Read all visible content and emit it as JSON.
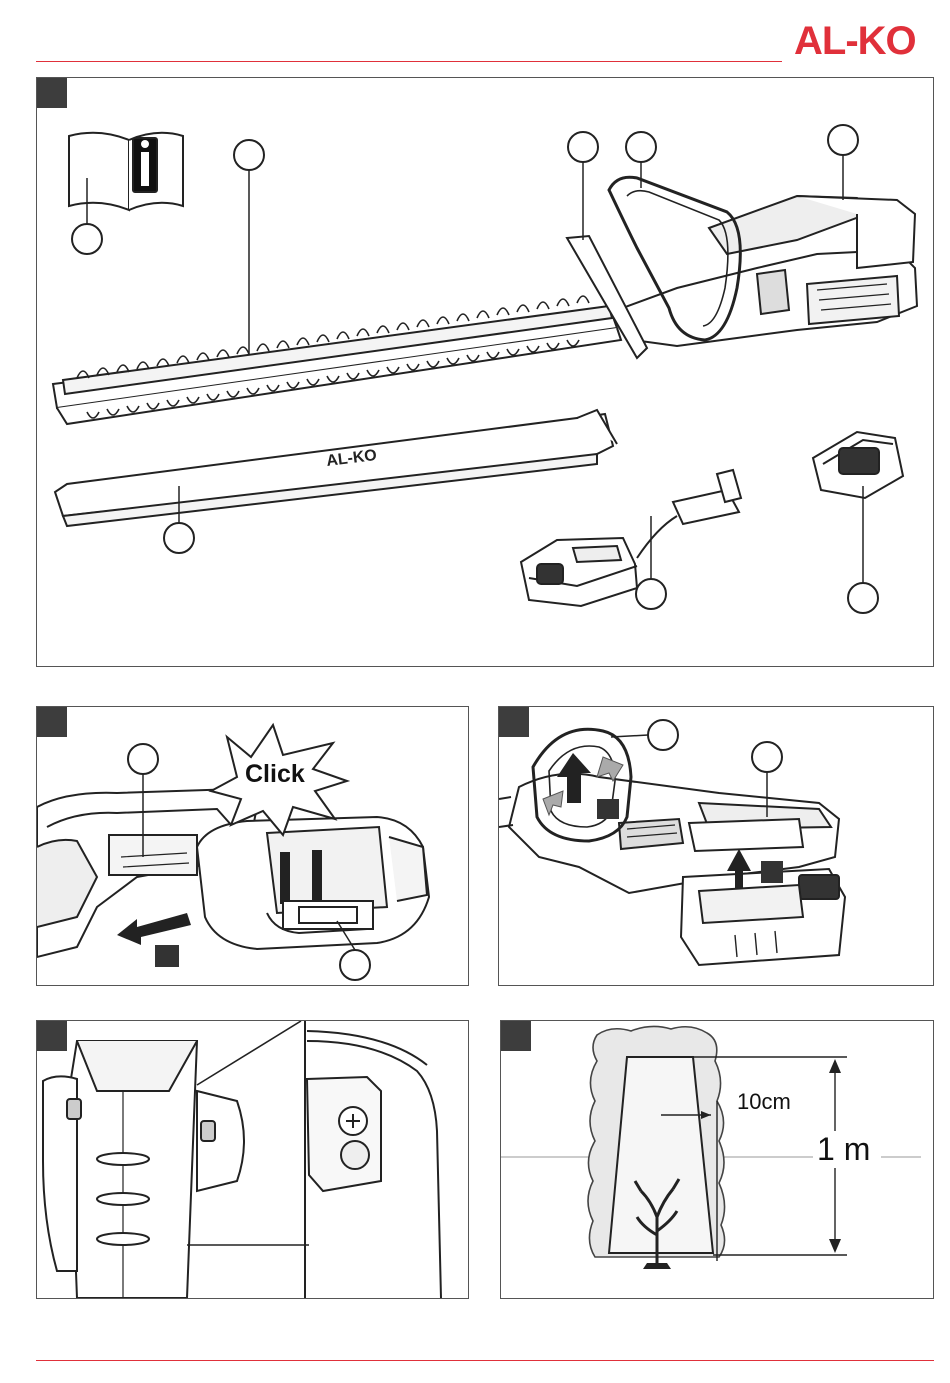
{
  "header": {
    "brand_logo": "AL-KO",
    "brand_color": "#e0303a"
  },
  "panels": {
    "overview": {
      "bar_logo": "AL-KO"
    },
    "battery_insert": {
      "click_label": "Click"
    },
    "hedge_cut": {
      "offset_label": "10cm",
      "height_label": "1 m"
    }
  }
}
